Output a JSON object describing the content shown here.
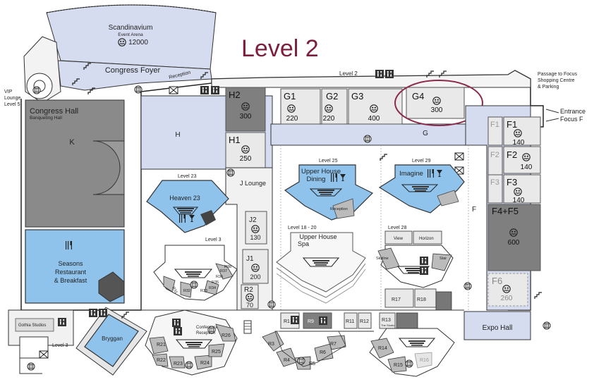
{
  "title": "Level 2",
  "colors": {
    "title": "#7b1f3f",
    "highlight": "#8b2a4d",
    "corridor": "#d6dcf0",
    "venue_blue": "#8fc3ec",
    "room_grey": "#7f7f7f",
    "room_light": "#e9e9e9"
  },
  "arena": {
    "name": "Scandinavium",
    "subtitle": "Event Arena",
    "capacity": "12000"
  },
  "labels": {
    "congress_foyer": "Congress Foyer",
    "reception": "Reception",
    "level2_corridor": "Level 2",
    "passage": [
      "Passage to Focus",
      "Shopping Centre",
      "& Parking"
    ],
    "entrance": [
      "Entrance",
      "Focus F"
    ],
    "vip": [
      "VIP",
      "Lounge",
      "Level 5"
    ],
    "congress_hall": "Congress Hall",
    "banqueting_hall": "Banqueting Hall",
    "k": "K",
    "h": "H",
    "g": "G",
    "f": "F",
    "j_lounge": "J Lounge",
    "expo_hall": "Expo Hall",
    "gothia_studios": "Gothia Studios",
    "level3_left": "Level 3",
    "conference_reception": [
      "Conference",
      "Reception"
    ],
    "bryggan": "Bryggan"
  },
  "rooms": {
    "h2": {
      "name": "H2",
      "cap": "300"
    },
    "h1": {
      "name": "H1",
      "cap": "250"
    },
    "g1": {
      "name": "G1",
      "cap": "220"
    },
    "g2": {
      "name": "G2",
      "cap": "220"
    },
    "g3": {
      "name": "G3",
      "cap": "400"
    },
    "g4": {
      "name": "G4",
      "cap": "300"
    },
    "f1": {
      "name": "F1",
      "cap": "140"
    },
    "f2": {
      "name": "F2",
      "cap": "140"
    },
    "f3": {
      "name": "F3",
      "cap": "140"
    },
    "f45": {
      "name": "F4+F5",
      "cap": "600"
    },
    "f6": {
      "name": "F6",
      "cap": "260"
    },
    "j2": {
      "name": "J2",
      "cap": "130"
    },
    "j1": {
      "name": "J1",
      "cap": "200"
    },
    "r2": {
      "name": "R2",
      "cap": "70"
    }
  },
  "venues": {
    "heaven": {
      "level": "Level 23",
      "name": "Heaven 23"
    },
    "upper_dining": {
      "level": "Level 25",
      "name": [
        "Upper House",
        "Dining"
      ],
      "reception": "Reception"
    },
    "imagine": {
      "level": "Level 29",
      "name": "Imagine"
    },
    "level3_venue": {
      "level": "Level 3"
    },
    "spa": {
      "level": "Level 18 - 20",
      "name": [
        "Upper House",
        "Spa"
      ]
    },
    "level28": {
      "level": "Level 28",
      "view": "View",
      "horizon": "Horizon",
      "skyline": "Skyline",
      "star": "Star"
    },
    "seasons": [
      "Seasons",
      "Restaurant",
      "& Breakfast"
    ]
  },
  "small_rooms": [
    "R1",
    "R3",
    "R4",
    "R5",
    "R6",
    "R7",
    "R9",
    "R11",
    "R12",
    "R13",
    "R14",
    "R15",
    "R16",
    "R17",
    "R18",
    "R21",
    "R22",
    "R23",
    "R24",
    "R25",
    "R26",
    "R31",
    "R32",
    "R33",
    "R34",
    "R35",
    "R36",
    "R37",
    "R38"
  ],
  "r13_sub": "The Studio",
  "icons": [
    "audience-icon",
    "restaurant-icon",
    "bar-icon",
    "elevator-icon",
    "toilet-icon",
    "stairs-icon",
    "escalator-icon",
    "locker-icon"
  ]
}
